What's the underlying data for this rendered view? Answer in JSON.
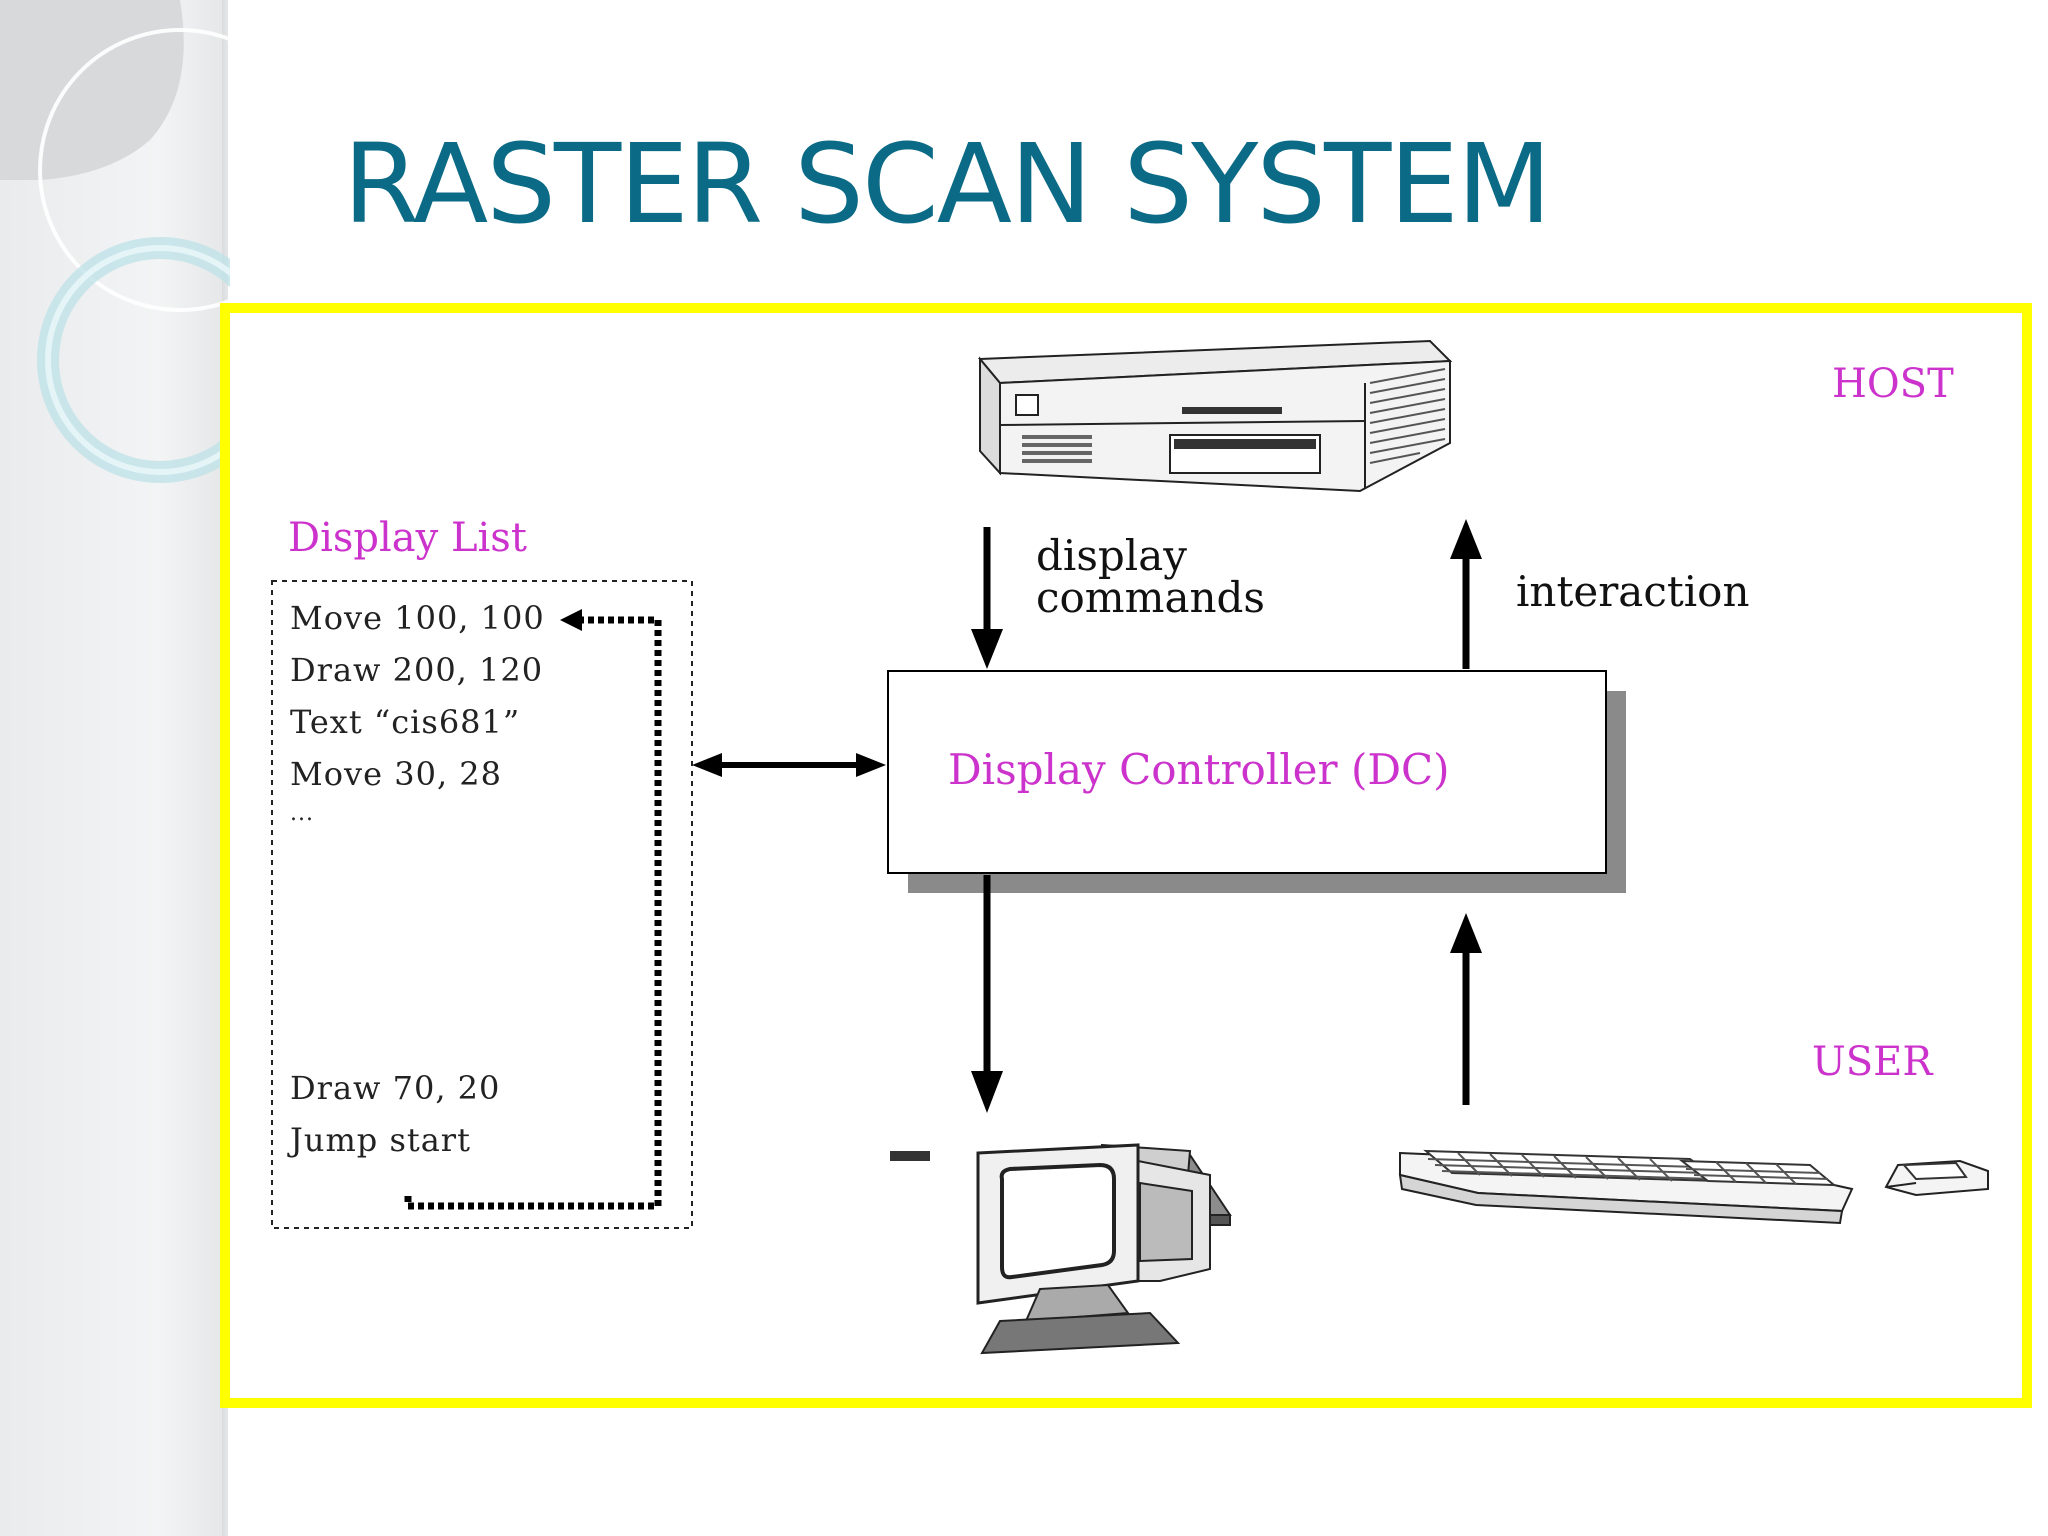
{
  "slide": {
    "title": "RASTER SCAN SYSTEM"
  },
  "diagram": {
    "host_label": "HOST",
    "user_label": "USER",
    "display_list_label": "Display List",
    "display_list_items": [
      "Move 100, 100",
      "Draw 200, 120",
      "Text “cis681”",
      "Move 30, 28",
      "...",
      "Draw 70, 20",
      "Jump start"
    ],
    "controller_label": "Display Controller (DC)",
    "display_commands_label": [
      "display",
      "commands"
    ],
    "interaction_label": "interaction"
  },
  "colors": {
    "title": "#0b6a85",
    "frame": "#ffff00",
    "diagram_labels": "#cc33cc",
    "text": "#111111"
  }
}
